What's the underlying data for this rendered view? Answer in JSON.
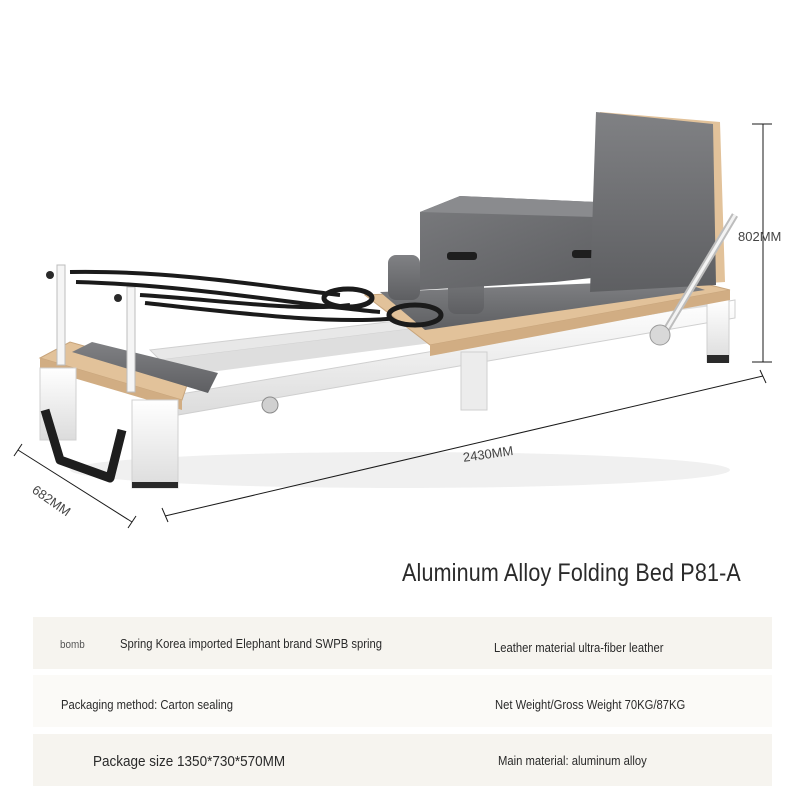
{
  "dimensions": {
    "height": "802MM",
    "length": "2430MM",
    "width": "682MM"
  },
  "product_title": "Aluminum Alloy Folding Bed P81-A",
  "specs": {
    "row1": {
      "label": "bomb",
      "spring": "Spring Korea imported Elephant brand SWPB spring",
      "leather": "Leather material ultra-fiber leather"
    },
    "row2": {
      "packaging": "Packaging method: Carton sealing",
      "weight": "Net Weight/Gross Weight 70KG/87KG"
    },
    "row3": {
      "package_size": "Package size 1350*730*570MM",
      "material": "Main material: aluminum alloy"
    }
  },
  "colors": {
    "frame": "#f2f2f2",
    "upholstery": "#6d6e70",
    "wood": "#e2c29a",
    "spec_band": "#f6f4ef"
  }
}
